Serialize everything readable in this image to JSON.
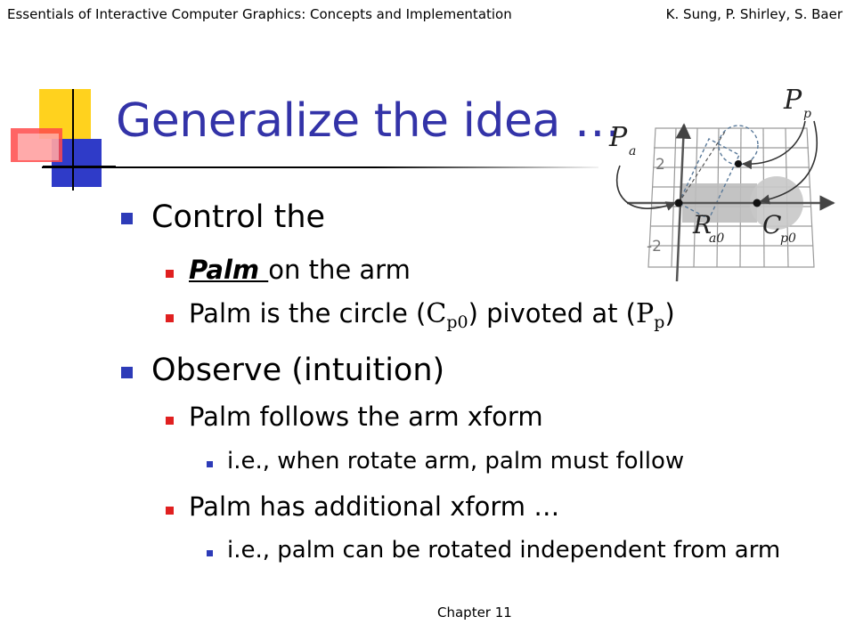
{
  "header": {
    "left": "Essentials of Interactive Computer Graphics: Concepts and Implementation",
    "right": "K. Sung, P. Shirley, S. Baer"
  },
  "slide": {
    "title": "Generalize the idea …",
    "control": {
      "label": "Control the",
      "palm_link": "Palm ",
      "palm_rest": "on the arm",
      "circle_prefix": "Palm is the circle (",
      "circle_sym": "C",
      "circle_sub": "p0",
      "circle_mid": ") pivoted at (",
      "pivot_sym": "P",
      "pivot_sub": "p",
      "circle_end": ")"
    },
    "observe": {
      "label": "Observe (intuition)",
      "follows": "Palm follows the arm xform",
      "follows_detail": "i.e., when rotate arm, palm must follow",
      "additional": "Palm has additional xform …",
      "additional_detail": "i.e., palm can be rotated independent from arm"
    }
  },
  "diagram": {
    "pp_main": "P",
    "pp_sub": "p",
    "pa_main": "P",
    "pa_sub": "a",
    "ra_main": "R",
    "ra_sub": "a0",
    "cp_main": "C",
    "cp_sub": "p0",
    "tick_top": "2",
    "tick_bottom": "-2"
  },
  "footer": {
    "chapter": "Chapter 11"
  },
  "colors": {
    "title": "#3333a8",
    "bullet_l1": "#2d3bb8",
    "bullet_l2": "#e02020"
  }
}
